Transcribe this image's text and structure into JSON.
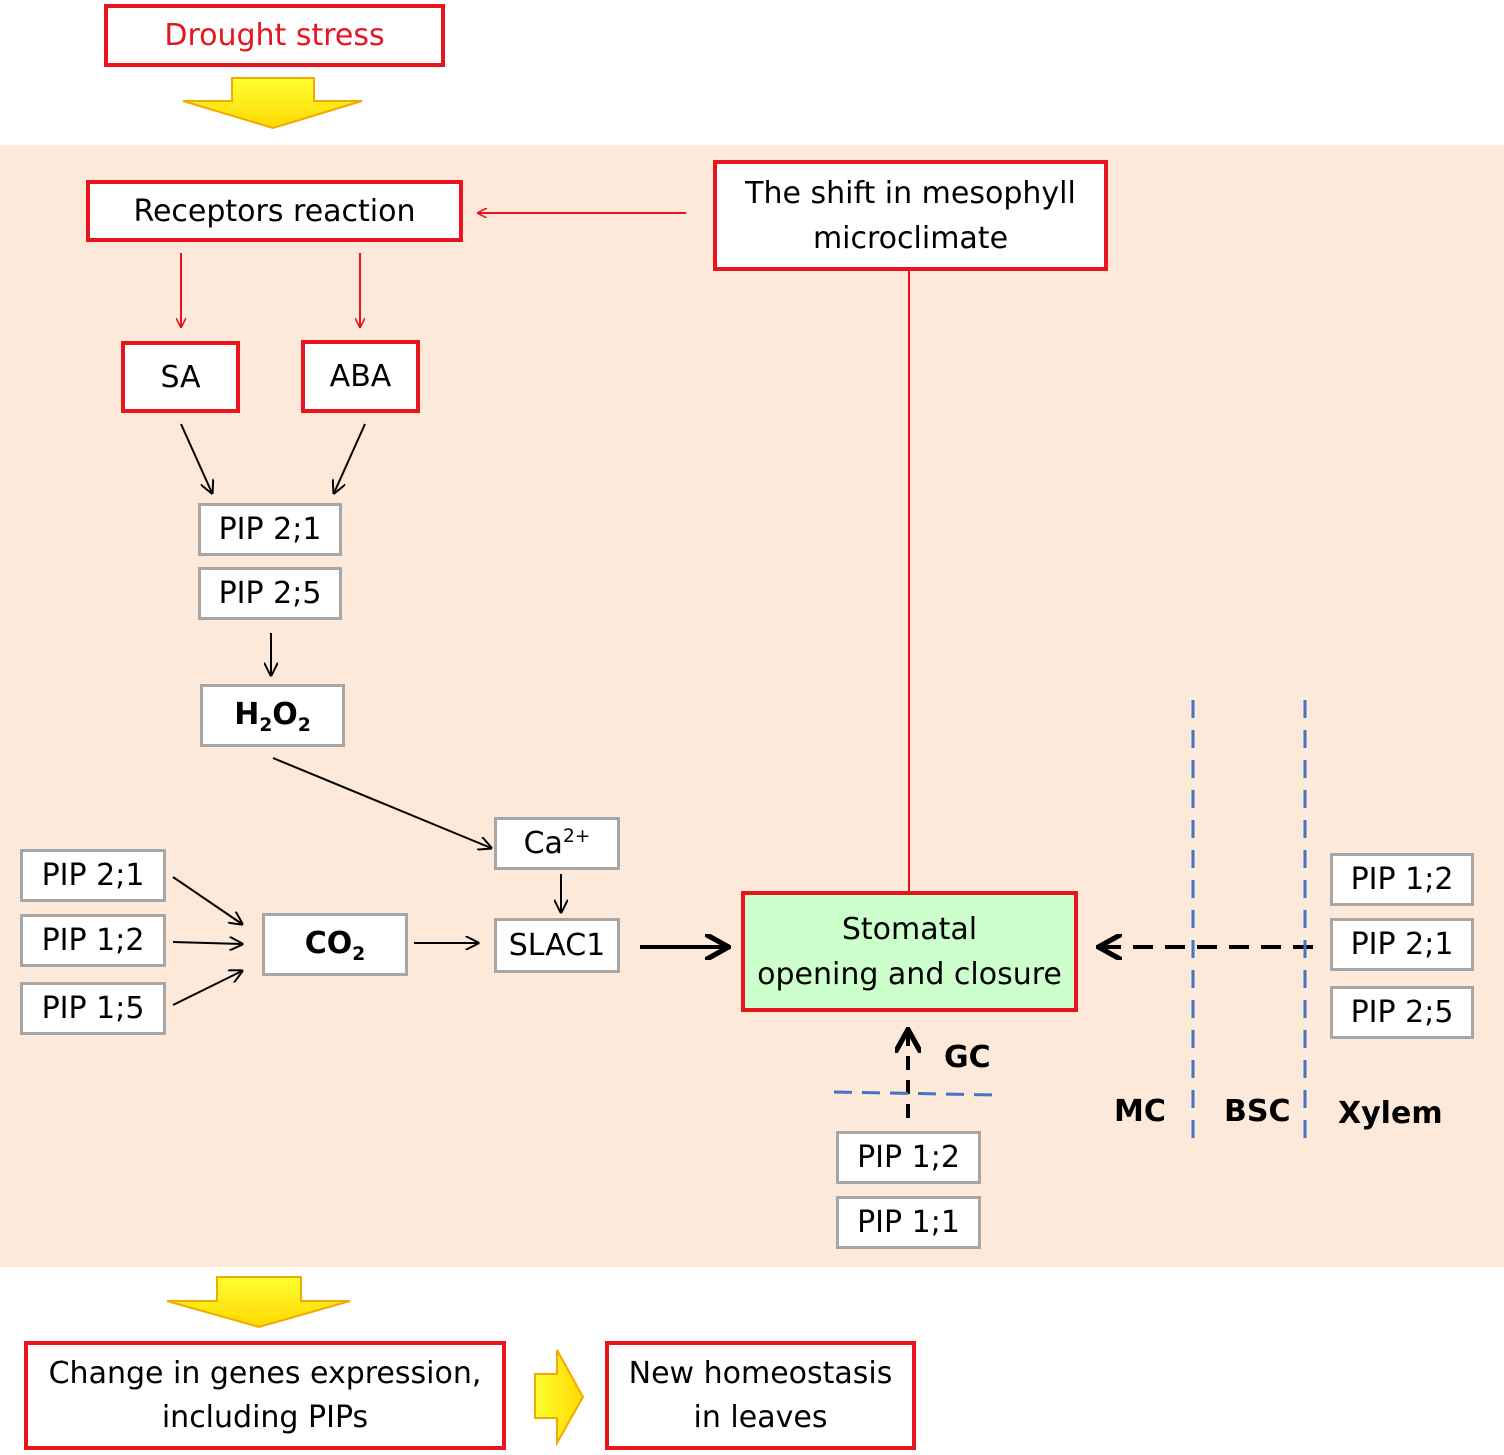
{
  "header": {
    "drought_stress": "Drought stress"
  },
  "nodes": {
    "receptors": "Receptors reaction",
    "mesophyll_line1": "The shift in mesophyll",
    "mesophyll_line2": "microclimate",
    "sa": "SA",
    "aba": "ABA",
    "pip21_top": "PIP 2;1",
    "pip25_top": "PIP 2;5",
    "h2o2": {
      "h": "H",
      "sub1": "2",
      "o": "O",
      "sub2": "2"
    },
    "ca": {
      "base": "Ca",
      "sup": "2+"
    },
    "slac1": "SLAC1",
    "co2": {
      "base": "CO",
      "sub": "2"
    },
    "left_pips": [
      "PIP 2;1",
      "PIP 1;2",
      "PIP 1;5"
    ],
    "stomatal_line1": "Stomatal",
    "stomatal_line2": "opening and closure",
    "right_pips": [
      "PIP 1;2",
      "PIP 2;1",
      "PIP 2;5"
    ],
    "bottom_pips": [
      "PIP 1;2",
      "PIP 1;1"
    ]
  },
  "regions": {
    "gc": "GC",
    "mc": "MC",
    "bsc": "BSC",
    "xylem": "Xylem"
  },
  "footer": {
    "genes_line1": "Change in genes expression,",
    "genes_line2": "including PIPs",
    "homeostasis_line1": "New homeostasis",
    "homeostasis_line2": "in leaves"
  },
  "colors": {
    "red": "#e8141e",
    "panel": "#fde9d9",
    "green": "#ccffcc",
    "gray_border": "#a6a6a6",
    "dash_blue": "#4472c4",
    "arrow_yellow": "#ffff00"
  }
}
